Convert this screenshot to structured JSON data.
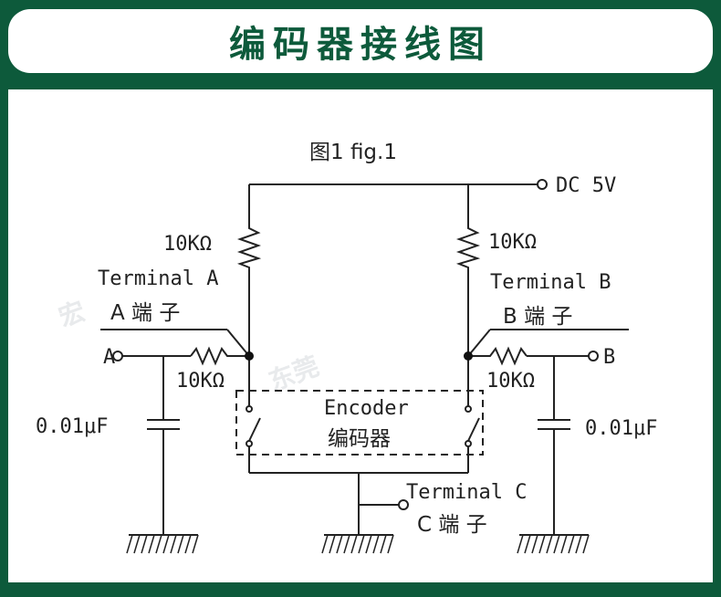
{
  "header": {
    "title": "编码器接线图"
  },
  "diagram": {
    "figure_label": "图1 fig.1",
    "supply_label": "DC 5V",
    "resistor_left_top": "10KΩ",
    "resistor_right_top": "10KΩ",
    "resistor_left_series": "10KΩ",
    "resistor_right_series": "10KΩ",
    "terminal_a_en": "Terminal A",
    "terminal_a_cn": "A 端 子",
    "terminal_b_en": "Terminal B",
    "terminal_b_cn": "B 端 子",
    "terminal_c_en": "Terminal C",
    "terminal_c_cn": "C 端 子",
    "encoder_en": "Encoder",
    "encoder_cn": "编码器",
    "node_a": "A",
    "node_b": "B",
    "cap_left": "0.01μF",
    "cap_right": "0.01μF",
    "watermark_left": "宏",
    "watermark_right": "东莞"
  },
  "colors": {
    "brand_green": "#0d5a3b",
    "line": "#222222"
  }
}
